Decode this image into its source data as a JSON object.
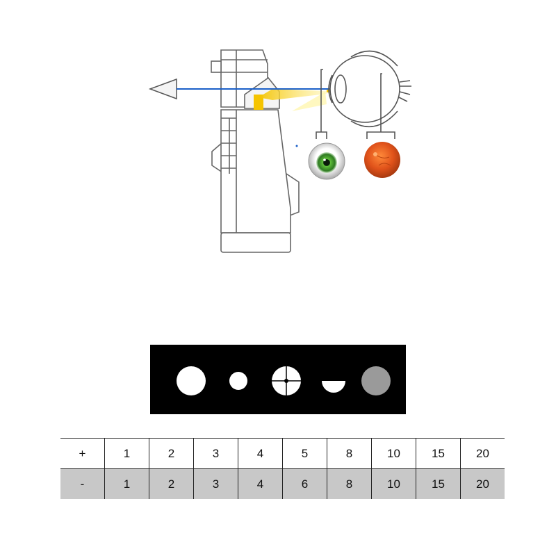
{
  "lens_table": {
    "plus_row": [
      "+",
      "1",
      "2",
      "3",
      "4",
      "5",
      "8",
      "10",
      "15",
      "20"
    ],
    "minus_row": [
      "-",
      "1",
      "2",
      "3",
      "4",
      "6",
      "8",
      "10",
      "15",
      "20"
    ]
  },
  "colors": {
    "light_ray": "#1a5fc8",
    "illumination": "#f5c400",
    "iris": "#3a8a2a",
    "retina": "#e05a1a",
    "aperture_panel": "#000000",
    "minus_row_bg": "#c8c8c8"
  },
  "icons": [
    "viewer-eye-icon",
    "ophthalmoscope-device",
    "eye-cross-section",
    "external-eye-icon",
    "retina-fundus-icon"
  ]
}
